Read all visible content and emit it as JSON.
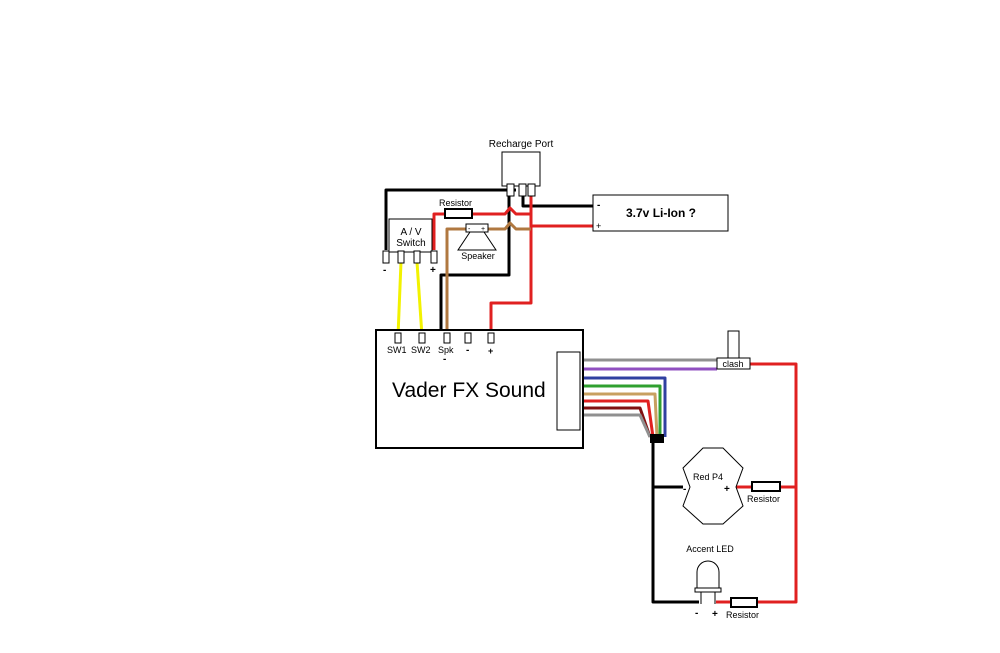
{
  "labels": {
    "recharge_port": "Recharge Port",
    "battery": "3.7v Li-Ion ?",
    "battery_minus": "-",
    "battery_plus": "+",
    "resistor_top": "Resistor",
    "speaker": "Speaker",
    "av_switch_line1": "A / V",
    "av_switch_line2": "Switch",
    "switch_minus": "-",
    "switch_plus": "+",
    "board_name": "Vader FX Sound",
    "pin_sw1": "SW1",
    "pin_sw2": "SW2",
    "pin_spk": "Spk",
    "pin_minus": "-",
    "pin_plus": "+",
    "clash": "clash",
    "red_p4": "Red P4",
    "p4_minus": "-",
    "p4_plus": "+",
    "resistor_p4": "Resistor",
    "accent_led": "Accent LED",
    "led_minus": "-",
    "led_plus": "+",
    "resistor_led": "Resistor"
  },
  "wire_colors": {
    "positive": "#e02020",
    "ground": "#000000",
    "switch": "#f2f200",
    "speaker": "#b07840",
    "bus_gray": "#909090",
    "bus_purple": "#9050c0",
    "bus_blue": "#3040a0",
    "bus_green": "#30a030",
    "bus_tan": "#c8a060",
    "bus_red": "#e02020",
    "bus_darkred": "#801010"
  }
}
